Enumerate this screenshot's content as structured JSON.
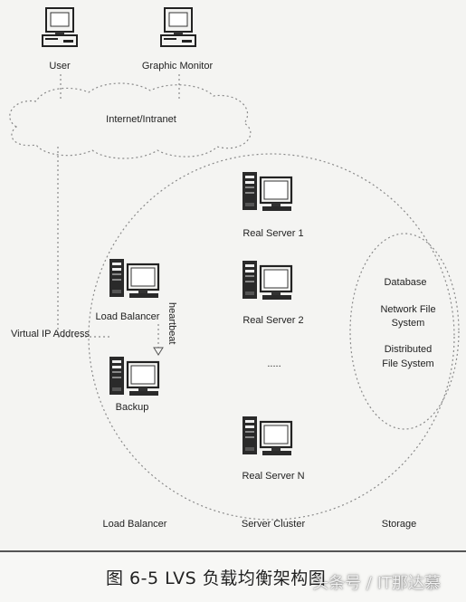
{
  "nodes": {
    "user": "User",
    "graphic_monitor": "Graphic Monitor",
    "internet": "Internet/Intranet",
    "real_server_1": "Real Server 1",
    "real_server_2": "Real Server 2",
    "ellipsis": ".....",
    "real_server_n": "Real Server N",
    "load_balancer": "Load Balancer",
    "heartbeat": "heartbeat",
    "backup": "Backup",
    "virtual_ip": "Virtual IP Address"
  },
  "storage": {
    "database": "Database",
    "nfs_line1": "Network File",
    "nfs_line2": "System",
    "dfs_line1": "Distributed",
    "dfs_line2": "File System"
  },
  "sections": {
    "load_balancer": "Load Balancer",
    "server_cluster": "Server Cluster",
    "storage": "Storage"
  },
  "caption": {
    "text": "图 6-5  LVS 负载均衡架构图",
    "watermark": "头条号 / IT那达慕"
  },
  "colors": {
    "line": "#777777",
    "device_dark": "#2a2a2a",
    "device_light": "#f0f0ee"
  }
}
